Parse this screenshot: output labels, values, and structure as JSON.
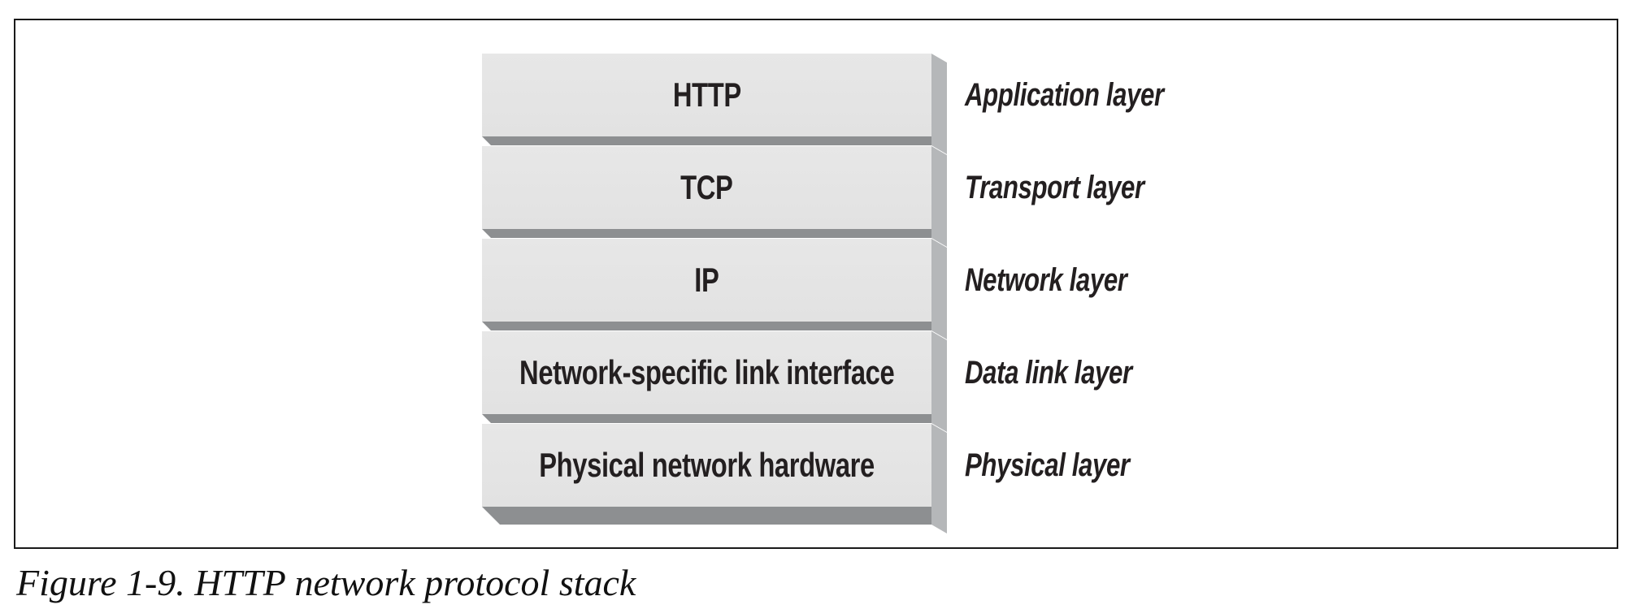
{
  "figure": {
    "caption": "Figure 1-9. HTTP network protocol stack",
    "stack": [
      {
        "protocol": "HTTP",
        "layer": "Application layer"
      },
      {
        "protocol": "TCP",
        "layer": "Transport layer"
      },
      {
        "protocol": "IP",
        "layer": "Network layer"
      },
      {
        "protocol": "Network-specific link interface",
        "layer": "Data link layer"
      },
      {
        "protocol": "Physical network hardware",
        "layer": "Physical layer"
      }
    ]
  },
  "colors": {
    "bg": "#ffffff",
    "face": "#e2e2e2",
    "face-hi": "#e7e7e7",
    "band": "#8d8f91",
    "side": "#b5b7b9",
    "ink": "#231f20",
    "frame": "#1a1a1a"
  }
}
